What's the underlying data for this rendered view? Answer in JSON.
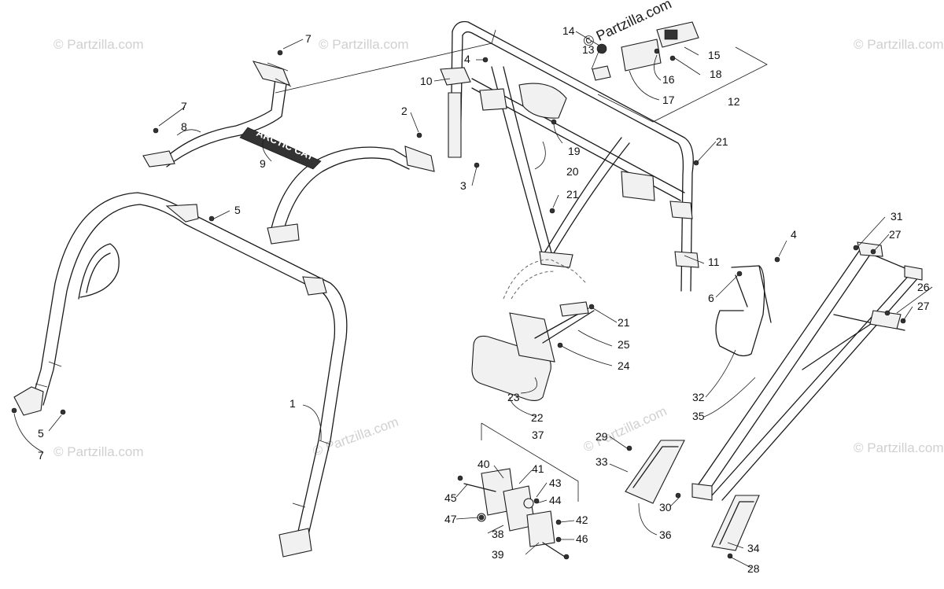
{
  "diagram": {
    "watermark_top": "© Partzilla.com",
    "watermark": "© Partzilla.com",
    "brand_text": "ARCTIC CAT",
    "callouts": [
      "1",
      "2",
      "3",
      "4",
      "5",
      "6",
      "7",
      "8",
      "9",
      "10",
      "11",
      "12",
      "13",
      "14",
      "15",
      "16",
      "17",
      "18",
      "19",
      "20",
      "21",
      "22",
      "23",
      "24",
      "25",
      "26",
      "27",
      "28",
      "29",
      "30",
      "31",
      "32",
      "33",
      "34",
      "35",
      "36",
      "37",
      "38",
      "39",
      "40",
      "41",
      "42",
      "43",
      "44",
      "45",
      "46",
      "47"
    ]
  }
}
